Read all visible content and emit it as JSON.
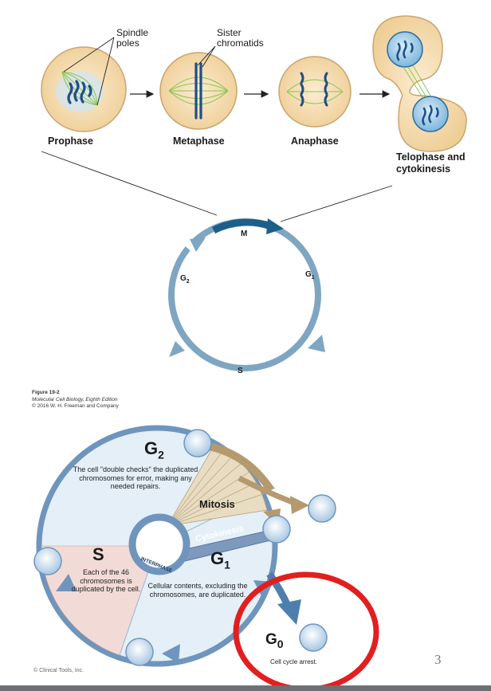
{
  "phases": {
    "prophase": "Prophase",
    "metaphase": "Metaphase",
    "anaphase": "Anaphase",
    "telophase_line1": "Telophase and",
    "telophase_line2": "cytokinesis"
  },
  "callouts": {
    "spindle_line1": "Spindle",
    "spindle_line2": "poles",
    "sister_line1": "Sister",
    "sister_line2": "chromatids"
  },
  "cycle": {
    "m": "M",
    "g1_letter": "G",
    "g1_sub": "1",
    "g2_letter": "G",
    "g2_sub": "2",
    "s": "S"
  },
  "caption": {
    "line1": "Figure 19-2",
    "line2": "Molecular Cell Biology, Eighth Edition",
    "line3": "© 2016 W. H. Freeman and Company"
  },
  "wheel": {
    "g2_letter": "G",
    "g2_sub": "2",
    "g2_text": "The cell \"double checks\" the duplicated chromosomes for error, making any needed repairs.",
    "s_label": "S",
    "s_text": "Each of the 46 chromosomes is duplicated by the cell.",
    "g1_letter": "G",
    "g1_sub": "1",
    "g1_text": "Cellular contents, excluding the chromosomes, are duplicated.",
    "mitosis": "Mitosis",
    "cytokinesis": "Cytokinesis",
    "interphase": "INTERPHASE",
    "g0_letter": "G",
    "g0_sub": "0",
    "g0_text": "Cell cycle arrest.",
    "credit": "© Clinical Tools, Inc."
  },
  "page_number": "3",
  "colors": {
    "cell_fill": "#f6dfb4",
    "cell_stroke": "#c9a56f",
    "spindle": "#7fc24a",
    "chromosome": "#1f4e8c",
    "cycle_arrow": "#7ea6c2",
    "m_arrow": "#1e5f8a",
    "wheel_fill": "#e4eff8",
    "wheel_ring": "#6f95bd",
    "s_sector": "#f2dbd6",
    "mitosis_sector": "#e8dcc2",
    "highlight_circle": "#e31e1e"
  }
}
